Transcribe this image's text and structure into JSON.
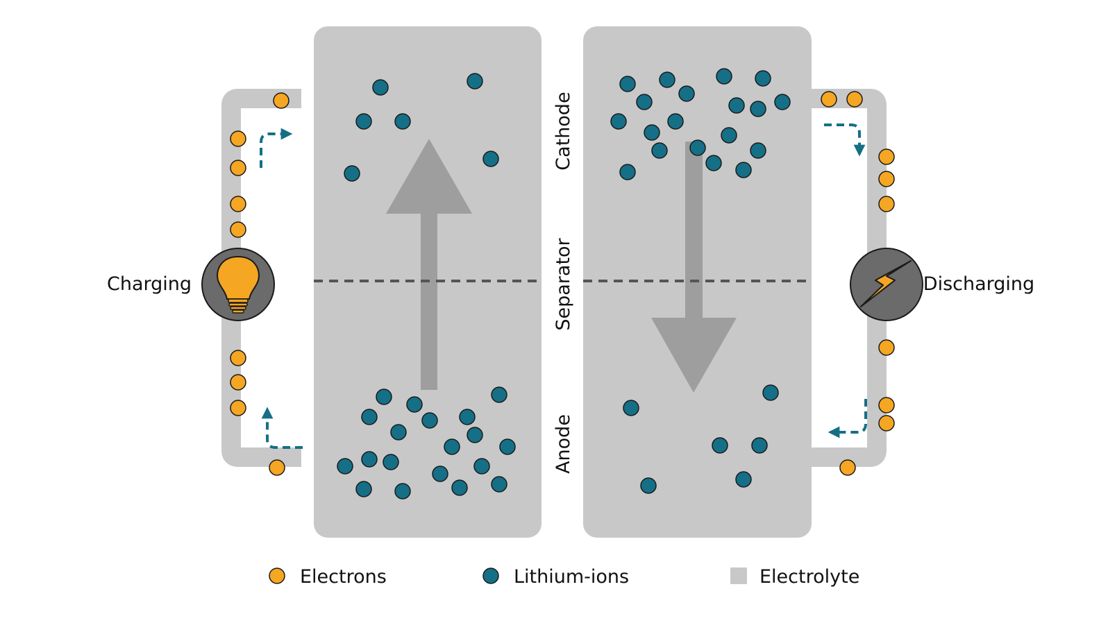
{
  "labels": {
    "charging": "Charging",
    "discharging": "Discharging",
    "cathode": "Cathode",
    "separator": "Separator",
    "anode": "Anode"
  },
  "legend": [
    {
      "key": "electrons",
      "label": "Electrons",
      "color": "#f5a623"
    },
    {
      "key": "lithium_ions",
      "label": "Lithium-ions",
      "color": "#156f86"
    },
    {
      "key": "electrolyte",
      "label": "Electrolyte",
      "color": "#c8c8c8"
    }
  ],
  "colors": {
    "electrolyte": "#c8c8c8",
    "wire": "#c8c8c8",
    "electron": "#f5a623",
    "ion": "#156f86",
    "flow_arrow": "#156f86",
    "big_arrow": "#9e9e9e",
    "separator_line": "#555555",
    "device_circle": "#6b6b6b"
  },
  "icons": {
    "charging_device": "lightbulb-icon",
    "discharging_device": "lightning-bolt-icon"
  }
}
